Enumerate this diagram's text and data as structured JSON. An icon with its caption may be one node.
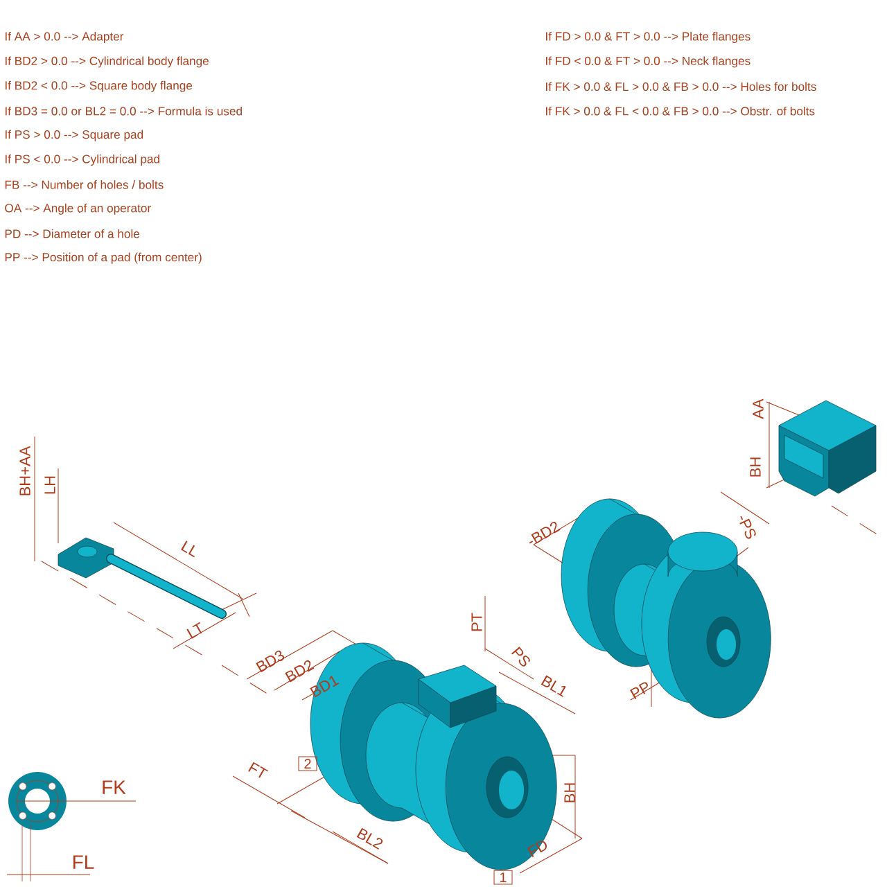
{
  "diagram": {
    "nodes": [
      {
        "text": [
          "2"
        ]
      },
      {
        "text": [
          "1"
        ]
      }
    ],
    "labels": [
      "If AA > 0.0 --> Adapter",
      "If BD2 > 0.0 --> Cylindrical body flange",
      "If BD2 < 0.0 --> Square body flange",
      "If BD3 = 0.0 or BL2 = 0.0 --> Formula is used",
      "If PS > 0.0 --> Square pad",
      "If PS < 0.0 --> Cylindrical pad",
      "FB --> Number of holes / bolts",
      "OA --> Angle of an operator",
      "PD --> Diameter of a hole",
      "PP --> Position of a pad (from center)",
      "If FD > 0.0 & FT > 0.0 --> Plate flanges",
      "If FD < 0.0 & FT > 0.0 --> Neck flanges",
      "If FK > 0.0 & FL > 0.0 & FB > 0.0 --> Holes for bolts",
      "If FK > 0.0 & FL < 0.0 & FB > 0.0 --> Obstr. of bolts",
      "AA",
      "BH+AA",
      "BH",
      "LH",
      "-BD2",
      "-PS",
      "LL",
      "PT",
      "LT",
      "BD3",
      "PS",
      "BD2",
      "BL1",
      "BD1",
      "PP",
      "FT",
      "BH",
      "FK",
      "BL2",
      "FD",
      "FL"
    ]
  }
}
